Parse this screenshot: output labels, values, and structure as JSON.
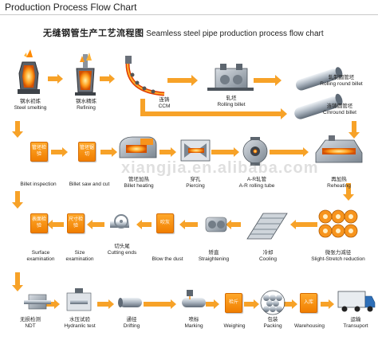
{
  "header": {
    "title": "Production Process Flow Chart"
  },
  "diagram": {
    "title_cn": "无缝钢管生产工艺流程图",
    "title_en": "Seamless steel pipe production process flow chart",
    "watermark": "xiangjia.en.alibaba.com",
    "colors": {
      "accent": "#f7941d",
      "arrow": "#f7a228",
      "steel": "#8a94a0"
    },
    "row1": {
      "steel_smelting": {
        "cn": "钢水初炼",
        "en": "Steel smelting"
      },
      "refining": {
        "cn": "钢水精炼",
        "en": "Refining"
      },
      "ccm": {
        "cn": "连铸",
        "en": "CCM"
      },
      "rolling_billet": {
        "cn": "轧坯",
        "en": "Rolling billet"
      },
      "rolling_round_billet": {
        "cn": "轧制圆管坯",
        "en": "Rolling round billet"
      },
      "cmround_billet": {
        "cn": "连铸圆管坯",
        "en": "Cmround billet"
      }
    },
    "row2": {
      "billet_inspection": {
        "box": "管坯检验",
        "en": "Billet inspection"
      },
      "billet_saw_cut": {
        "box": "管坯锯切",
        "en": "Billet saw and cut"
      },
      "billet_heating": {
        "cn": "管坯加热",
        "en": "Billet heating"
      },
      "piercing": {
        "cn": "穿孔",
        "en": "Piercing"
      },
      "ar_rolling": {
        "cn": "A-R轧管",
        "en": "A-R rolling tube"
      },
      "reheating": {
        "cn": "再加热",
        "en": "Reheating"
      }
    },
    "row3": {
      "surface_exam": {
        "box": "表面检验",
        "en": "Surface examination"
      },
      "size_exam": {
        "box": "尺寸检验",
        "en": "Size examination"
      },
      "cutting_ends": {
        "cn": "切头尾",
        "en": "Cutting ends"
      },
      "blow_dust": {
        "box": "吹灰",
        "en": "Blow the dust"
      },
      "straightening": {
        "cn": "矫直",
        "en": "Straightening"
      },
      "cooling": {
        "cn": "冷却",
        "en": "Cooling"
      },
      "stretch_reduction": {
        "cn": "微张力减径",
        "en": "Slight-Stretch reduction"
      }
    },
    "row4": {
      "ndt": {
        "cn": "无损检测",
        "en": "NDT"
      },
      "hydraulic_test": {
        "cn": "水压试验",
        "en": "Hydranlic test"
      },
      "drifting": {
        "cn": "通径",
        "en": "Drifting"
      },
      "marking": {
        "cn": "喷标",
        "en": "Marking"
      },
      "weighing": {
        "box": "检斤",
        "en": "Weighing"
      },
      "packing": {
        "cn": "包装",
        "en": "Packing"
      },
      "warehousing": {
        "box": "入库",
        "en": "Warehousing"
      },
      "transport": {
        "cn": "运输",
        "en": "Transuport"
      }
    }
  }
}
